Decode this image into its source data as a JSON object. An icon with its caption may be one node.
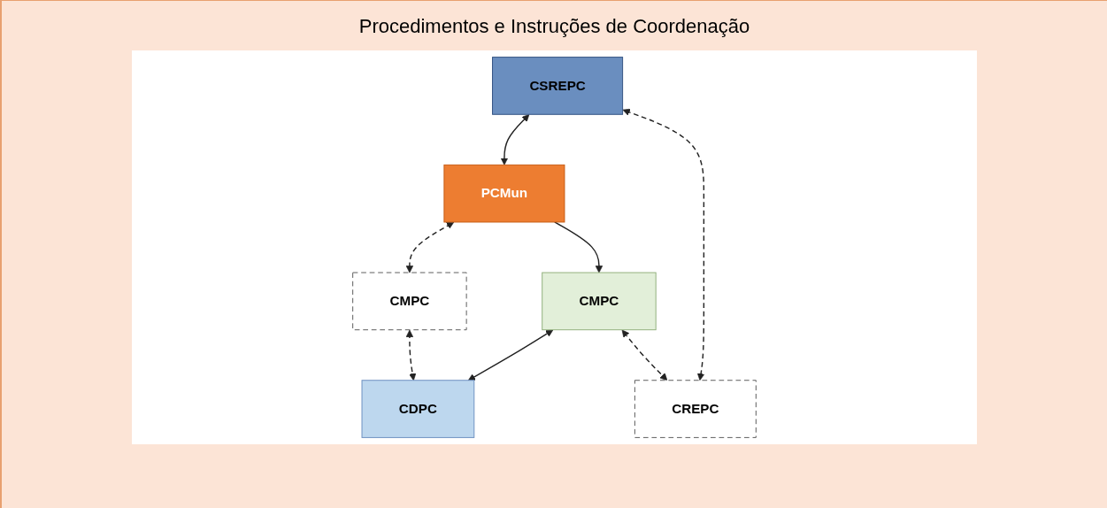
{
  "diagram": {
    "title": "Procedimentos e Instruções de Coordenação",
    "nodes": [
      {
        "text": [
          "PCMun"
        ]
      },
      {
        "text": [
          "CMPC"
        ]
      },
      {
        "text": [
          "CMPC"
        ]
      },
      {
        "text": [
          "CDPC"
        ]
      },
      {
        "text": [
          "CSREPC"
        ]
      },
      {
        "text": [
          "CREPC"
        ]
      }
    ],
    "edges": [
      {
        "from": 0,
        "to": 2,
        "arrow": "to"
      },
      {
        "from": 4,
        "to": 0,
        "arrow": "both"
      },
      {
        "from": 0,
        "to": 1,
        "arrow": "both",
        "style": "dashed"
      },
      {
        "from": 1,
        "to": 3,
        "arrow": "both",
        "style": "dashed"
      },
      {
        "from": 2,
        "to": 3,
        "arrow": "both"
      },
      {
        "from": 2,
        "to": 5,
        "arrow": "both",
        "style": "dashed"
      },
      {
        "from": 4,
        "to": 5,
        "arrow": "both",
        "style": "dashed"
      }
    ]
  }
}
